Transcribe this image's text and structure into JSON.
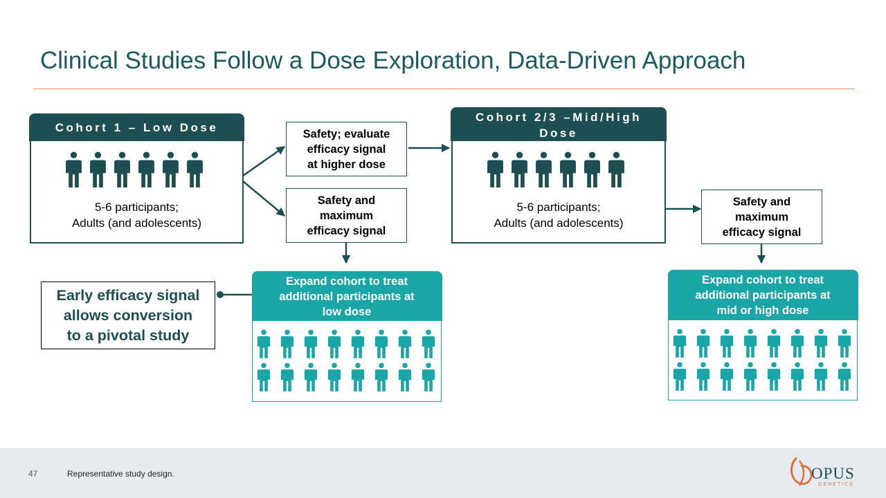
{
  "title": "Clinical Studies Follow a Dose Exploration, Data-Driven Approach",
  "colors": {
    "dark_teal": "#1d4e52",
    "teal": "#1aa6a6",
    "accent": "#d98a5e"
  },
  "cohort1": {
    "header": "Cohort 1 – Low Dose",
    "text_line1": "5-6 participants;",
    "text_line2": "Adults (and adolescents)",
    "icon": "person-icon",
    "people_count": 6
  },
  "outcome_upper": {
    "line1": "Safety; evaluate",
    "line2": "efficacy signal",
    "line3": "at higher dose"
  },
  "outcome_lower": {
    "line1": "Safety and",
    "line2": "maximum",
    "line3": "efficacy signal"
  },
  "cohort23": {
    "header_line1": "Cohort 2/3 –Mid/High",
    "header_line2": "Dose",
    "text_line1": "5-6 participants;",
    "text_line2": "Adults (and adolescents)",
    "icon": "person-icon",
    "people_count": 6
  },
  "outcome_right": {
    "line1": "Safety and",
    "line2": "maximum",
    "line3": "efficacy signal"
  },
  "expand_low": {
    "line1": "Expand cohort to treat",
    "line2": "additional participants at",
    "line3": "low dose",
    "people_count": 16
  },
  "expand_high": {
    "line1": "Expand cohort to treat",
    "line2": "additional participants at",
    "line3": "mid or high dose",
    "people_count": 16
  },
  "early": {
    "line1": "Early efficacy signal",
    "line2": "allows conversion",
    "line3": "to a pivotal study"
  },
  "footer": {
    "page_number": "47",
    "note": "Representative study design."
  },
  "logo": {
    "word": "OPUS",
    "sub": "GENETICS"
  }
}
